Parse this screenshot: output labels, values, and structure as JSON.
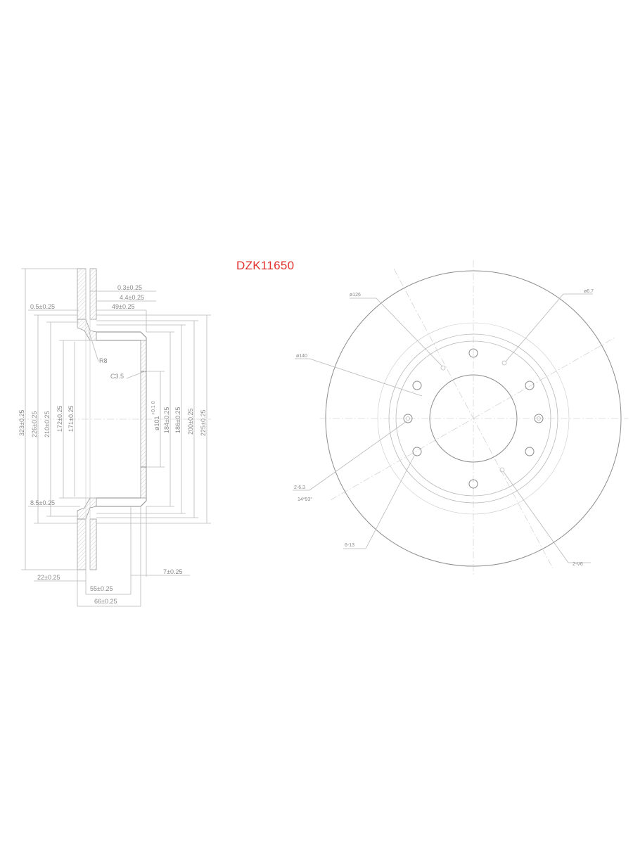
{
  "part_number": "DZK11650",
  "side_view": {
    "dims": {
      "d323": "323±0.25",
      "d226": "226±0.25",
      "d210": "210±0.25",
      "d172": "172±0.25",
      "d171": "171±0.25",
      "d101": "ø101",
      "d101_tol": "+0.1 0",
      "d184": "184±0.25",
      "d186": "186±0.25",
      "d200": "200±0.25",
      "d225": "225±0.25",
      "t03": "0.3±0.25",
      "t44": "4.4±0.25",
      "t49": "49±0.25",
      "t05": "0.5±0.25",
      "t85": "8.5±0.25",
      "r8": "R8",
      "c35": "C3.5",
      "w22": "22±0.25",
      "w7": "7±0.25",
      "w55": "55±0.25",
      "w66": "66±0.25"
    }
  },
  "front_view": {
    "labels": {
      "d126": "ø126",
      "d67": "ø6.7",
      "d140": "ø140",
      "holes_63": "2-6.3",
      "angle": "14*93°",
      "holes_13": "6-13",
      "holes_v6": "2-V6"
    }
  },
  "colors": {
    "part_number": "#e0322e",
    "lines": "#b8b8b8",
    "text": "#8a8a8a"
  }
}
